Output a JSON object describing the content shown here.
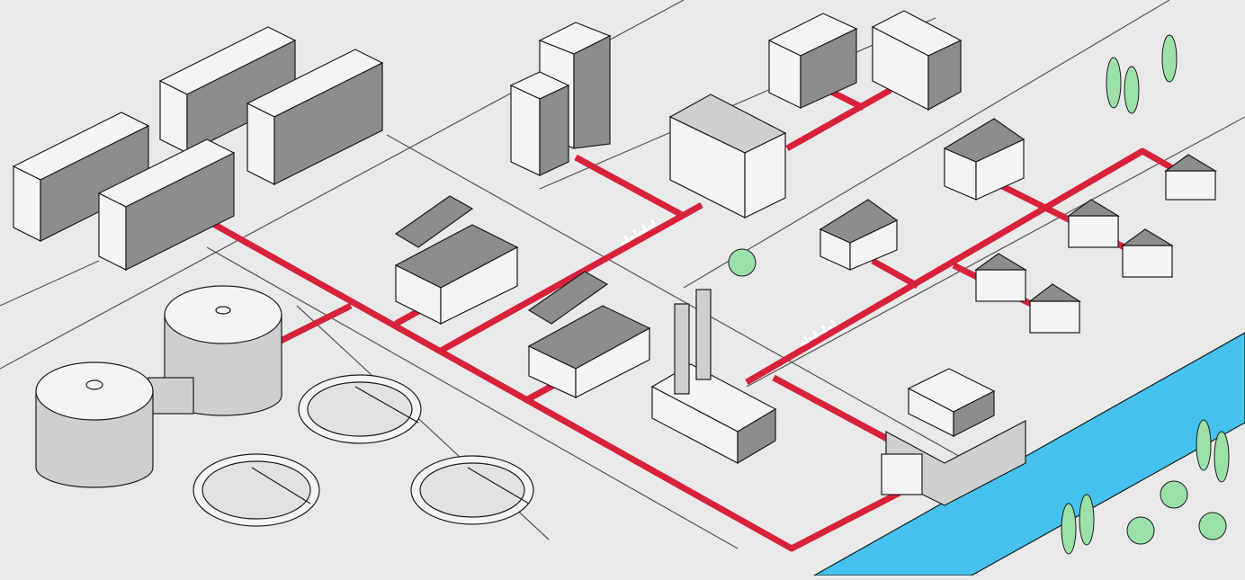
{
  "colors": {
    "background": "#e9e9ea",
    "pipe": "#d8223c",
    "river": "#45c3ee",
    "outline": "#1b1b1b",
    "wall_light": "#f4f4f4",
    "wall_mid": "#cfcfcf",
    "wall_dark": "#8c8c8c",
    "tree": "#9be0a9"
  },
  "scene": {
    "zones": [
      "data-center",
      "water-treatment",
      "industrial",
      "commercial",
      "residential",
      "power-plant",
      "river"
    ],
    "flow_arrows": 2
  }
}
